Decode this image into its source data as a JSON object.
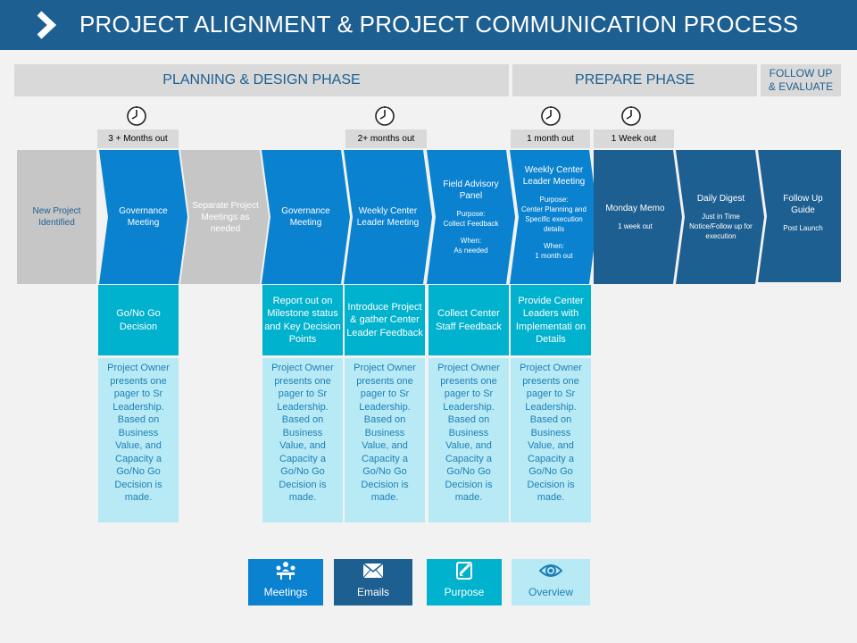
{
  "header": {
    "title": "PROJECT ALIGNMENT & PROJECT COMMUNICATION PROCESS"
  },
  "phases": {
    "planning": "PLANNING & DESIGN PHASE",
    "prepare": "PREPARE PHASE",
    "follow_line1": "FOLLOW  UP",
    "follow_line2": "& EVALUATE"
  },
  "timings": {
    "t1": "3 + Months out",
    "t2": "2+ months out",
    "t3": "1 month out",
    "t4": "1 Week out"
  },
  "steps": {
    "new_project": "New Project Identified",
    "governance1": "Governance Meeting",
    "separate": "Separate Project Meetings as needed",
    "governance2": "Governance Meeting",
    "weekly1": "Weekly Center Leader Meeting",
    "field_title": "Field Advisory Panel",
    "field_purpose_label": "Purpose:",
    "field_purpose": "Collect Feedback",
    "field_when_label": "When:",
    "field_when": "As  needed",
    "weekly2": "Weekly Center Leader Meeting",
    "weekly2_purpose_label": "Purpose:",
    "weekly2_purpose": "Center Planning and Specific execution details",
    "weekly2_when_label": "When:",
    "weekly2_when": "1 month out",
    "monday_title": "Monday Memo",
    "monday_sub": "1 week out",
    "digest_title": "Daily Digest",
    "digest_sub": "Just in Time Notice/Follow  up for execution",
    "followup_title": "Follow Up Guide",
    "followup_sub": "Post Launch"
  },
  "outcomes": {
    "o1": "Go/No Go Decision",
    "o2": "Report out on Milestone status and Key Decision Points",
    "o3": "Introduce Project & gather Center Leader Feedback",
    "o4": "Collect Center Staff Feedback",
    "o5": "Provide Center Leaders with Implementati on Details"
  },
  "details": {
    "d1": "Project Owner presents one pager to Sr Leadership. Based on Business Value, and Capacity a Go/No Go Decision is made.",
    "d2": "Project Owner presents one pager to Sr Leadership. Based on Business Value, and Capacity a Go/No Go Decision is made.",
    "d3": "Project Owner presents one pager to Sr Leadership. Based on Business Value, and Capacity a Go/No Go Decision is made.",
    "d4": "Project Owner presents one pager to Sr Leadership. Based on Business Value, and Capacity a Go/No Go Decision is made.",
    "d5": "Project Owner presents one pager to Sr Leadership. Based on Business Value, and Capacity a Go/No Go Decision is made."
  },
  "legend": {
    "meetings": "Meetings",
    "emails": "Emails",
    "purpose": "Purpose",
    "overview": "Overview"
  },
  "icons": [
    "chevron-right-icon",
    "clock-icon",
    "meeting-people-icon",
    "envelope-icon",
    "pencil-note-icon",
    "eye-icon"
  ],
  "colors": {
    "header": "#1e5f91",
    "grey_step": "#c6c6c6",
    "blue_step": "#0a82cf",
    "dark_step": "#1e5f91",
    "outcome": "#00b2cd",
    "detail": "#b8eaf6",
    "overview_legend": "#b8eaf6"
  }
}
